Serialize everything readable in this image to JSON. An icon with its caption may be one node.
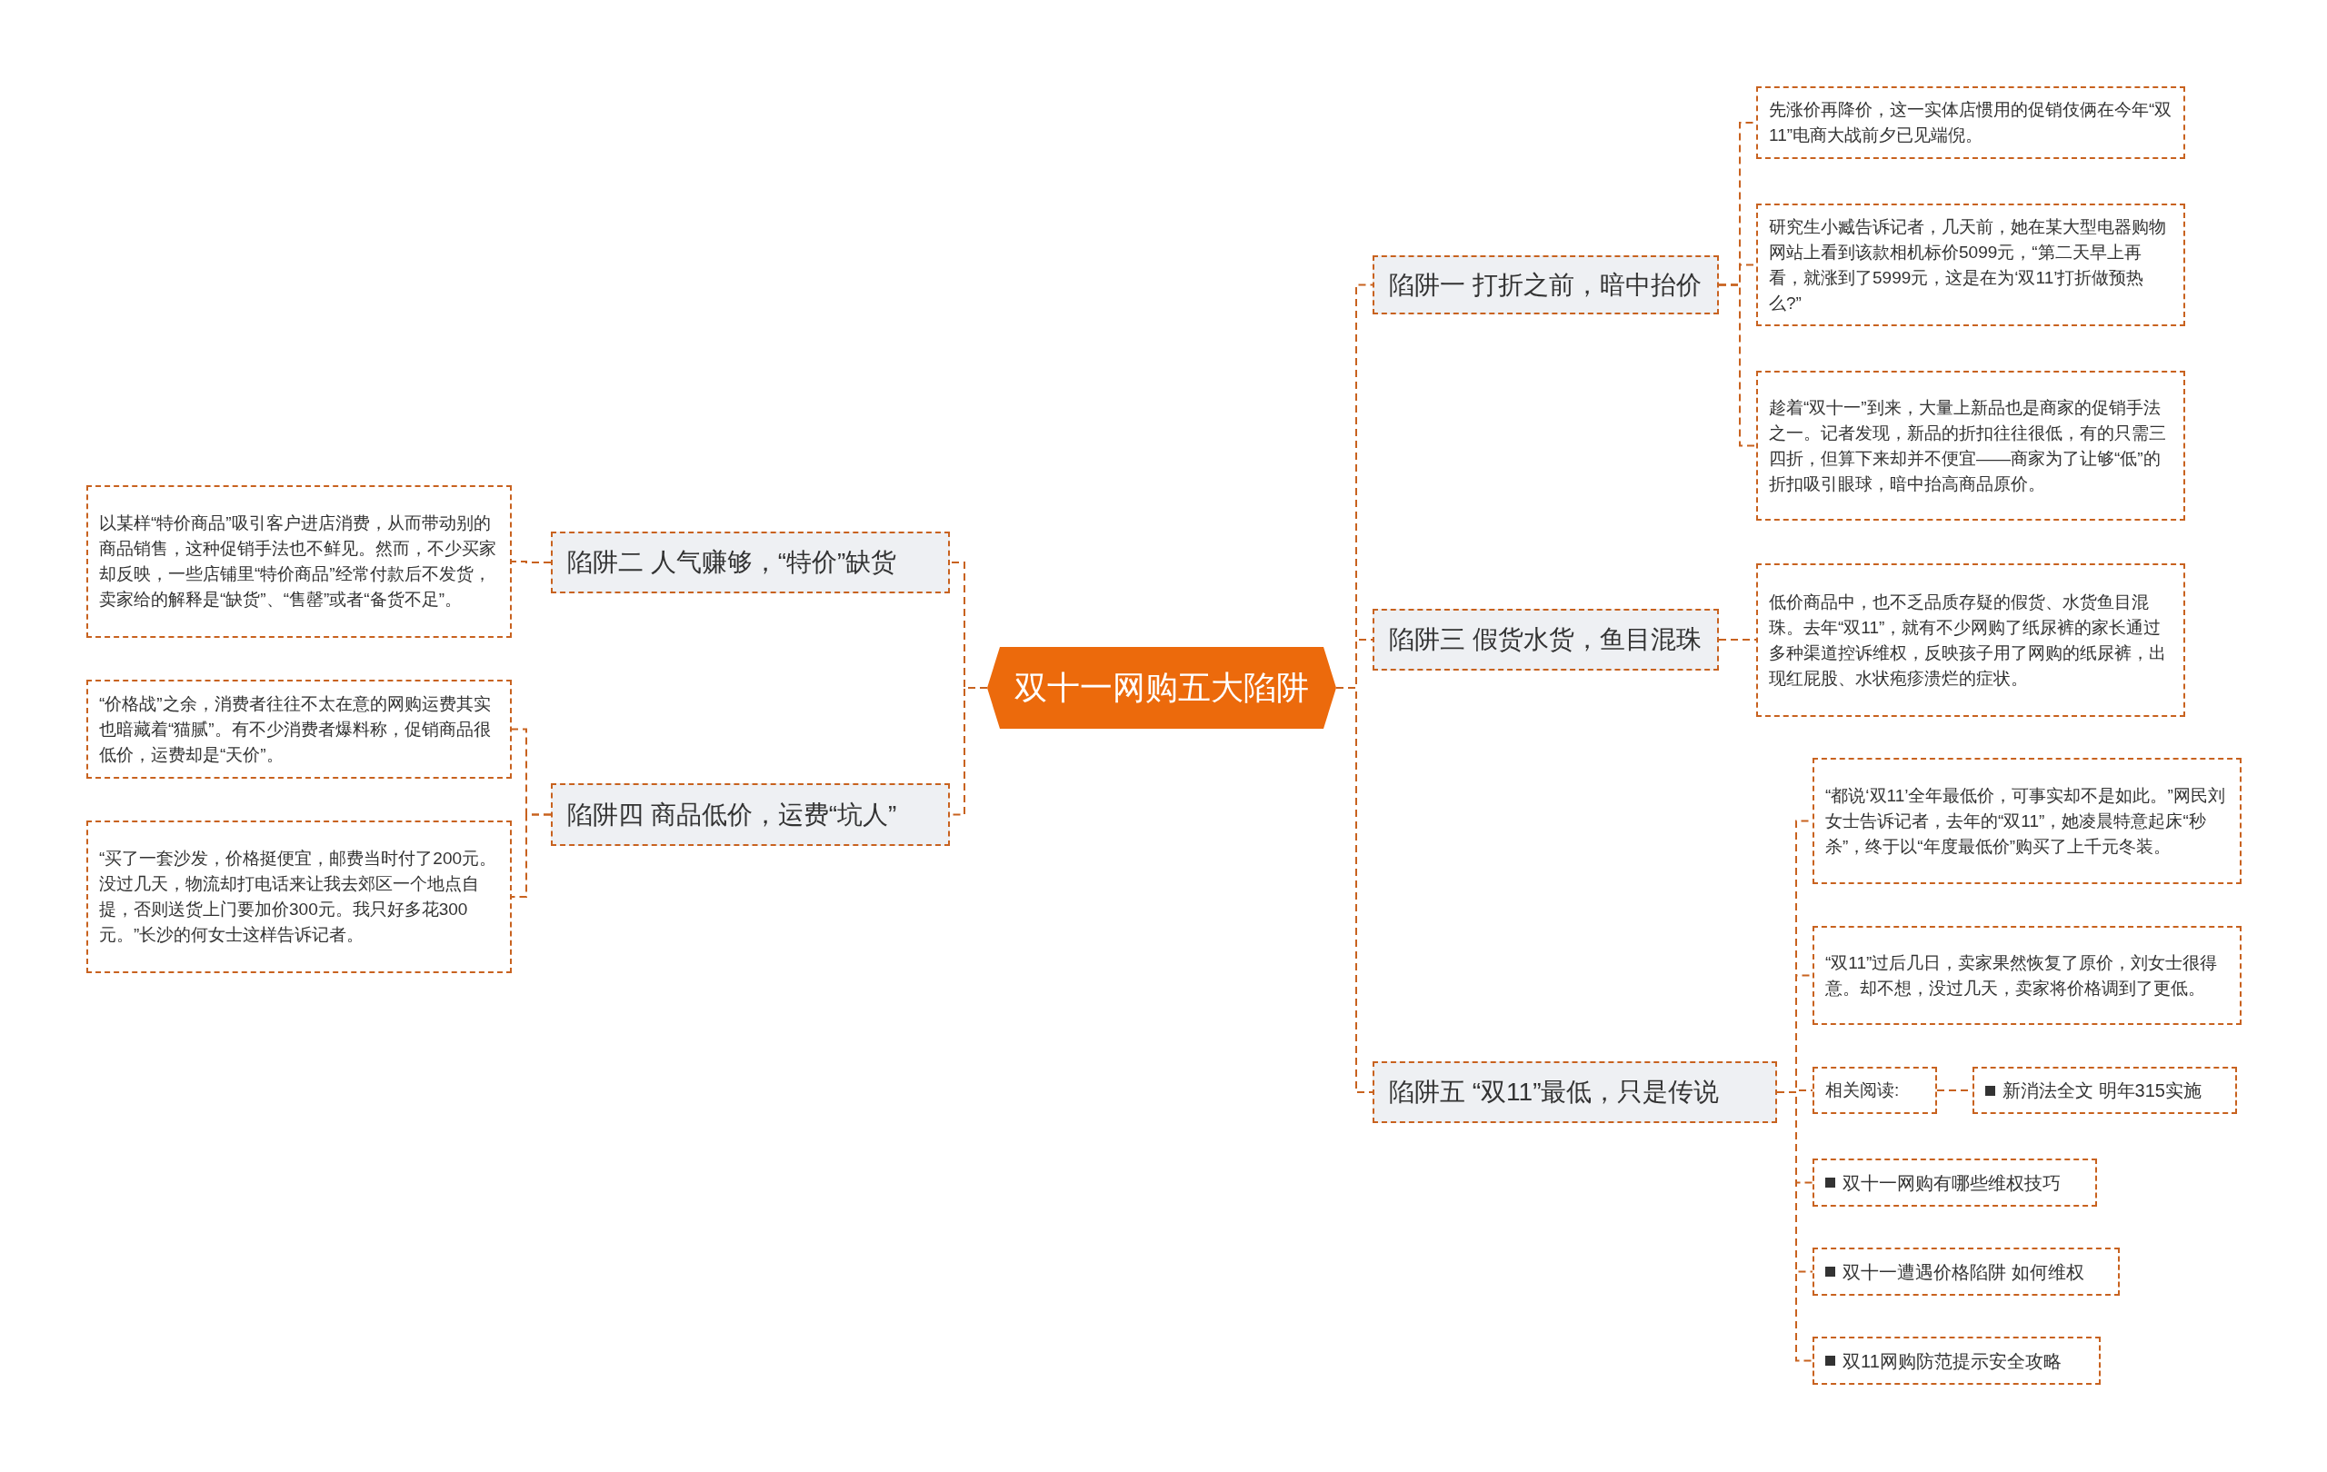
{
  "diagram": {
    "nodes": [
      {
        "text": [
          "双十一网购五大陷阱"
        ]
      },
      {
        "text": [
          "陷阱一 打折之前，暗中抬价"
        ]
      },
      {
        "text": [
          "先涨价再降价，这一实体店惯用的促销伎俩在今年“双11”电商大战前夕已见端倪。"
        ]
      },
      {
        "text": [
          "研究生小臧告诉记者，几天前，她在某大型电器购物网站上看到该款相机标价5099元，“第二天早上再看，就涨到了5999元，这是在为‘双11’打折做预热么?”"
        ]
      },
      {
        "text": [
          "趁着“双十一”到来，大量上新品也是商家的促销手法之一。记者发现，新品的折扣往往很低，有的只需三四折，但算下来却并不便宜——商家为了让够“低”的折扣吸引眼球，暗中抬高商品原价。"
        ]
      },
      {
        "text": [
          "陷阱三 假货水货，鱼目混珠"
        ]
      },
      {
        "text": [
          "低价商品中，也不乏品质存疑的假货、水货鱼目混珠。去年“双11”，就有不少网购了纸尿裤的家长通过多种渠道控诉维权，反映孩子用了网购的纸尿裤，出现红屁股、水状疱疹溃烂的症状。"
        ]
      },
      {
        "text": [
          "陷阱五 “双11”最低，只是传说"
        ]
      },
      {
        "text": [
          "“都说‘双11’全年最低价，可事实却不是如此。”网民刘女士告诉记者，去年的“双11”，她凌晨特意起床“秒杀”，终于以“年度最低价”购买了上千元冬装。"
        ]
      },
      {
        "text": [
          "“双11”过后几日，卖家果然恢复了原价，刘女士很得意。却不想，没过几天，卖家将价格调到了更低。"
        ]
      },
      {
        "text": [
          "相关阅读:"
        ]
      },
      {
        "text": [
          "新消法全文 明年315实施"
        ]
      },
      {
        "text": [
          "双十一网购有哪些维权技巧"
        ]
      },
      {
        "text": [
          "双十一遭遇价格陷阱 如何维权"
        ]
      },
      {
        "text": [
          "双11网购防范提示安全攻略"
        ]
      },
      {
        "text": [
          "陷阱二 人气赚够，“特价”缺货"
        ]
      },
      {
        "text": [
          "以某样“特价商品”吸引客户进店消费，从而带动别的商品销售，这种促销手法也不鲜见。然而，不少买家却反映，一些店铺里“特价商品”经常付款后不发货，卖家给的解释是“缺货”、“售罄”或者“备货不足”。"
        ]
      },
      {
        "text": [
          "陷阱四 商品低价，运费“坑人”"
        ]
      },
      {
        "text": [
          "“价格战”之余，消费者往往不太在意的网购运费其实也暗藏着“猫腻”。有不少消费者爆料称，促销商品很低价，运费却是“天价”。"
        ]
      },
      {
        "text": [
          "“买了一套沙发，价格挺便宜，邮费当时付了200元。没过几天，物流却打电话来让我去郊区一个地点自提，否则送货上门要加价300元。我只好多花300元。”长沙的何女士这样告诉记者。"
        ]
      }
    ],
    "edges": [
      {
        "from": 0,
        "to": 1,
        "arrow": "none"
      },
      {
        "from": 1,
        "to": 2,
        "arrow": "none"
      },
      {
        "from": 1,
        "to": 3,
        "arrow": "none"
      },
      {
        "from": 1,
        "to": 4,
        "arrow": "none"
      },
      {
        "from": 0,
        "to": 5,
        "arrow": "none"
      },
      {
        "from": 5,
        "to": 6,
        "arrow": "none"
      },
      {
        "from": 0,
        "to": 7,
        "arrow": "none"
      },
      {
        "from": 7,
        "to": 8,
        "arrow": "none"
      },
      {
        "from": 7,
        "to": 9,
        "arrow": "none"
      },
      {
        "from": 7,
        "to": 10,
        "arrow": "none"
      },
      {
        "from": 10,
        "to": 11,
        "arrow": "none"
      },
      {
        "from": 7,
        "to": 12,
        "arrow": "none"
      },
      {
        "from": 7,
        "to": 13,
        "arrow": "none"
      },
      {
        "from": 7,
        "to": 14,
        "arrow": "none"
      },
      {
        "from": 0,
        "to": 15,
        "arrow": "none"
      },
      {
        "from": 15,
        "to": 16,
        "arrow": "none"
      },
      {
        "from": 0,
        "to": 17,
        "arrow": "none"
      },
      {
        "from": 17,
        "to": 18,
        "arrow": "none"
      },
      {
        "from": 17,
        "to": 19,
        "arrow": "none"
      }
    ]
  }
}
